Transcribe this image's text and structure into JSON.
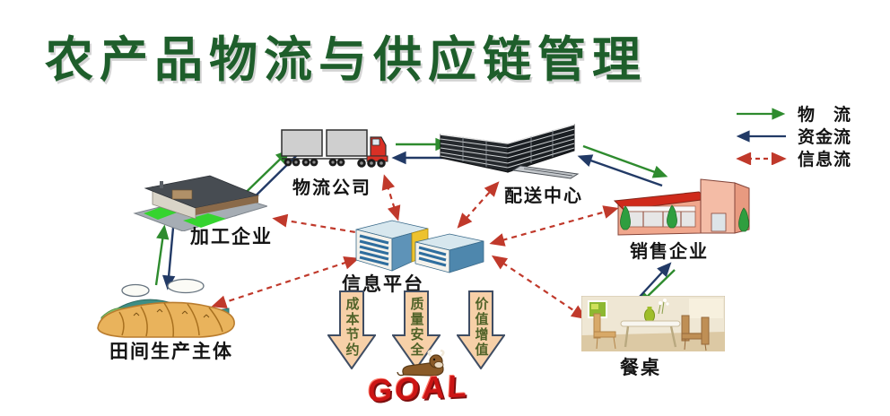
{
  "title": "农产品物流与供应链管理",
  "legend": {
    "items": [
      {
        "label": "物　流",
        "type": "solid",
        "direction": "right",
        "color": "#2e8b2e"
      },
      {
        "label": "资金流",
        "type": "solid",
        "direction": "left",
        "color": "#223a66"
      },
      {
        "label": "信息流",
        "type": "dashed",
        "direction": "both",
        "color": "#c0392b"
      }
    ]
  },
  "nodes": [
    {
      "id": "processing-enterprise",
      "label": "加工企业"
    },
    {
      "id": "logistics-company",
      "label": "物流公司"
    },
    {
      "id": "distribution-center",
      "label": "配送中心"
    },
    {
      "id": "sales-enterprise",
      "label": "销售企业"
    },
    {
      "id": "information-platform",
      "label": "信息平台"
    },
    {
      "id": "field-producers",
      "label": "田间生产主体"
    },
    {
      "id": "dining-table",
      "label": "餐桌"
    }
  ],
  "flows": [
    {
      "from": "田间生产主体",
      "to": "加工企业",
      "type": "物流"
    },
    {
      "from": "加工企业",
      "to": "物流公司",
      "type": "物流"
    },
    {
      "from": "物流公司",
      "to": "配送中心",
      "type": "物流"
    },
    {
      "from": "配送中心",
      "to": "销售企业",
      "type": "物流"
    },
    {
      "from": "销售企业",
      "to": "餐桌",
      "type": "物流"
    },
    {
      "from": "餐桌",
      "to": "销售企业",
      "type": "资金流"
    },
    {
      "from": "销售企业",
      "to": "配送中心",
      "type": "资金流"
    },
    {
      "from": "配送中心",
      "to": "物流公司",
      "type": "资金流"
    },
    {
      "from": "物流公司",
      "to": "加工企业",
      "type": "资金流"
    },
    {
      "from": "加工企业",
      "to": "田间生产主体",
      "type": "资金流"
    },
    {
      "from": "信息平台",
      "to": "田间生产主体",
      "type": "信息流"
    },
    {
      "from": "信息平台",
      "to": "加工企业",
      "type": "信息流"
    },
    {
      "from": "信息平台",
      "to": "物流公司",
      "type": "信息流"
    },
    {
      "from": "信息平台",
      "to": "配送中心",
      "type": "信息流"
    },
    {
      "from": "信息平台",
      "to": "销售企业",
      "type": "信息流"
    },
    {
      "from": "信息平台",
      "to": "餐桌",
      "type": "信息流"
    }
  ],
  "goal": {
    "arrows": [
      {
        "label": "成本节约"
      },
      {
        "label": "质量安全"
      },
      {
        "label": "价值增值"
      }
    ],
    "text": "GOAL"
  },
  "colors": {
    "title": "#1e5e2b",
    "material_flow": "#2e8b2e",
    "capital_flow": "#223a66",
    "info_flow": "#c0392b",
    "block_arrow_fill": "#f7d0a8",
    "block_arrow_text": "#4f6228",
    "goal_text": "#cc1515"
  }
}
